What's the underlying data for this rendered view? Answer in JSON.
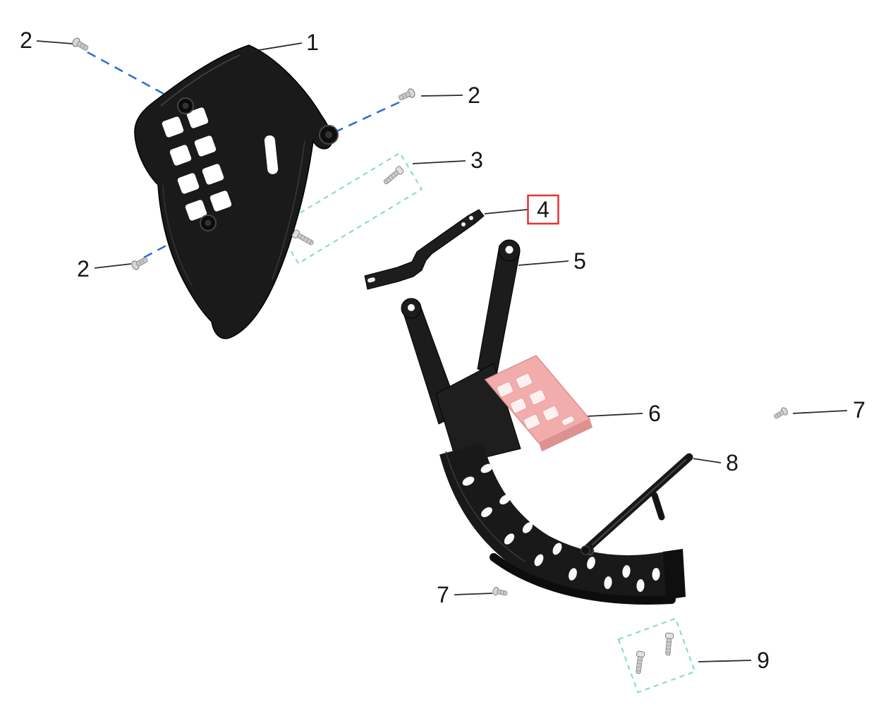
{
  "diagram": {
    "type": "exploded_parts_diagram",
    "background": "#ffffff",
    "highlighted_callout": "4",
    "callouts": [
      {
        "label": "2"
      },
      {
        "label": "1"
      },
      {
        "label": "2"
      },
      {
        "label": "3"
      },
      {
        "label": "4"
      },
      {
        "label": "2"
      },
      {
        "label": "5"
      },
      {
        "label": "6"
      },
      {
        "label": "7"
      },
      {
        "label": "8"
      },
      {
        "label": "7"
      },
      {
        "label": "9"
      }
    ],
    "colors": {
      "part_dark": "#1a1a1a",
      "pink_part": "#f3acac",
      "pink_part_edge": "#de9191",
      "assembly_line": "#2e6fd8",
      "group_box": "#7fdcc3",
      "highlight_box": "#e53232",
      "screw": "#c9c9c9",
      "label": "#161616",
      "leader": "#2a2a2a"
    }
  }
}
